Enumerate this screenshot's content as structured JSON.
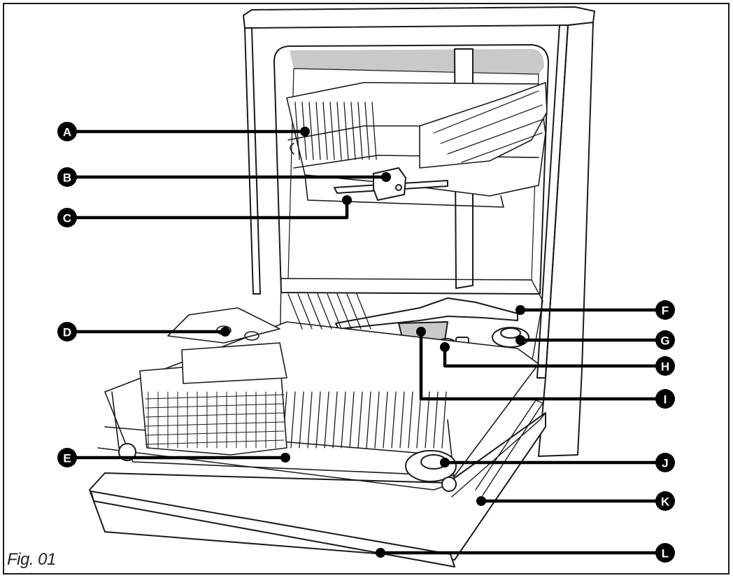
{
  "caption": "Fig. 01",
  "colors": {
    "line": "#1a1a1a",
    "fill": "#ffffff",
    "shade": "#c9c9c9",
    "leader": "#000000"
  },
  "callouts": [
    {
      "letter": "A"
    },
    {
      "letter": "B"
    },
    {
      "letter": "C"
    },
    {
      "letter": "D"
    },
    {
      "letter": "E"
    },
    {
      "letter": "F"
    },
    {
      "letter": "G"
    },
    {
      "letter": "H"
    },
    {
      "letter": "I"
    },
    {
      "letter": "J"
    },
    {
      "letter": "K"
    },
    {
      "letter": "L"
    }
  ]
}
